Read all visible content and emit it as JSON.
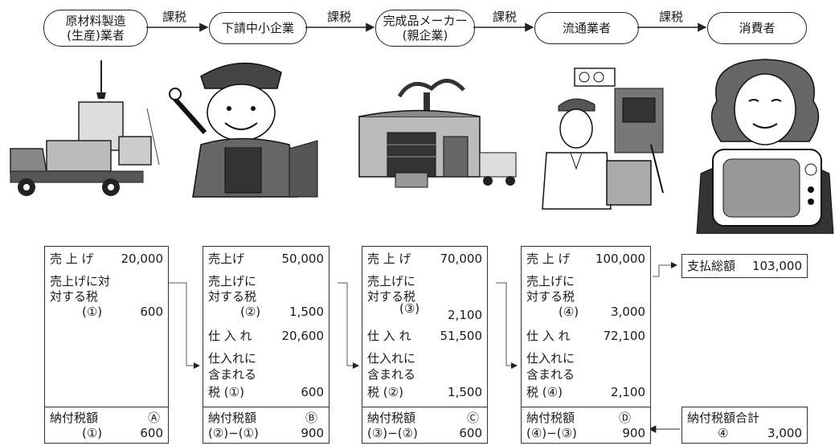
{
  "flow": {
    "stages": [
      "原材料製造\n(生産)業者",
      "下請中小企業",
      "完成品メーカー\n(親企業)",
      "流通業者",
      "消費者"
    ],
    "tax_label": "課税"
  },
  "ledgers": [
    {
      "sales_label": "売 上 げ",
      "sales_value": "20,000",
      "tax_label_1": "売上げに対",
      "tax_label_2": "対する税",
      "tax_ref": "(①)",
      "tax_value": "600",
      "payment_label": "納付税額",
      "payment_marker": "Ⓐ",
      "payment_formula": "(①)",
      "payment_value": "600"
    },
    {
      "sales_label": "売上げ",
      "sales_value": "50,000",
      "tax_label_1": "売上げに",
      "tax_label_2": "対する税",
      "tax_ref": "(②)",
      "tax_value": "1,500",
      "purchase_label": "仕 入 れ",
      "purchase_value": "20,600",
      "in_tax_1": "仕入れに",
      "in_tax_2": "含まれる",
      "in_tax_3": "税 (①)",
      "in_tax_value": "600",
      "payment_label": "納付税額",
      "payment_marker": "Ⓑ",
      "payment_formula": "(②)−(①)",
      "payment_value": "900"
    },
    {
      "sales_label": "売 上 げ",
      "sales_value": "70,000",
      "tax_label_1": "売上げに",
      "tax_label_2": "対する税",
      "tax_ref": "(③)",
      "tax_value": "2,100",
      "purchase_label": "仕 入 れ",
      "purchase_value": "51,500",
      "in_tax_1": "仕入れに",
      "in_tax_2": "含まれる",
      "in_tax_3": "税 (②)",
      "in_tax_value": "1,500",
      "payment_label": "納付税額",
      "payment_marker": "Ⓒ",
      "payment_formula": "(③)−(②)",
      "payment_value": "600"
    },
    {
      "sales_label": "売 上 げ",
      "sales_value": "100,000",
      "tax_label_1": "売上げに",
      "tax_label_2": "対する税",
      "tax_ref": "(④)",
      "tax_value": "3,000",
      "purchase_label": "仕 入 れ",
      "purchase_value": "72,100",
      "in_tax_1": "仕入れに",
      "in_tax_2": "含まれる",
      "in_tax_3": "税 (④)",
      "in_tax_value": "2,100",
      "payment_label": "納付税額",
      "payment_marker": "Ⓓ",
      "payment_formula": "(④)−(③)",
      "payment_value": "900"
    }
  ],
  "consumer": {
    "total_label": "支払総額",
    "total_value": "103,000",
    "tax_total_label": "納付税額合計",
    "tax_total_ref": "④",
    "tax_total_value": "3,000"
  }
}
